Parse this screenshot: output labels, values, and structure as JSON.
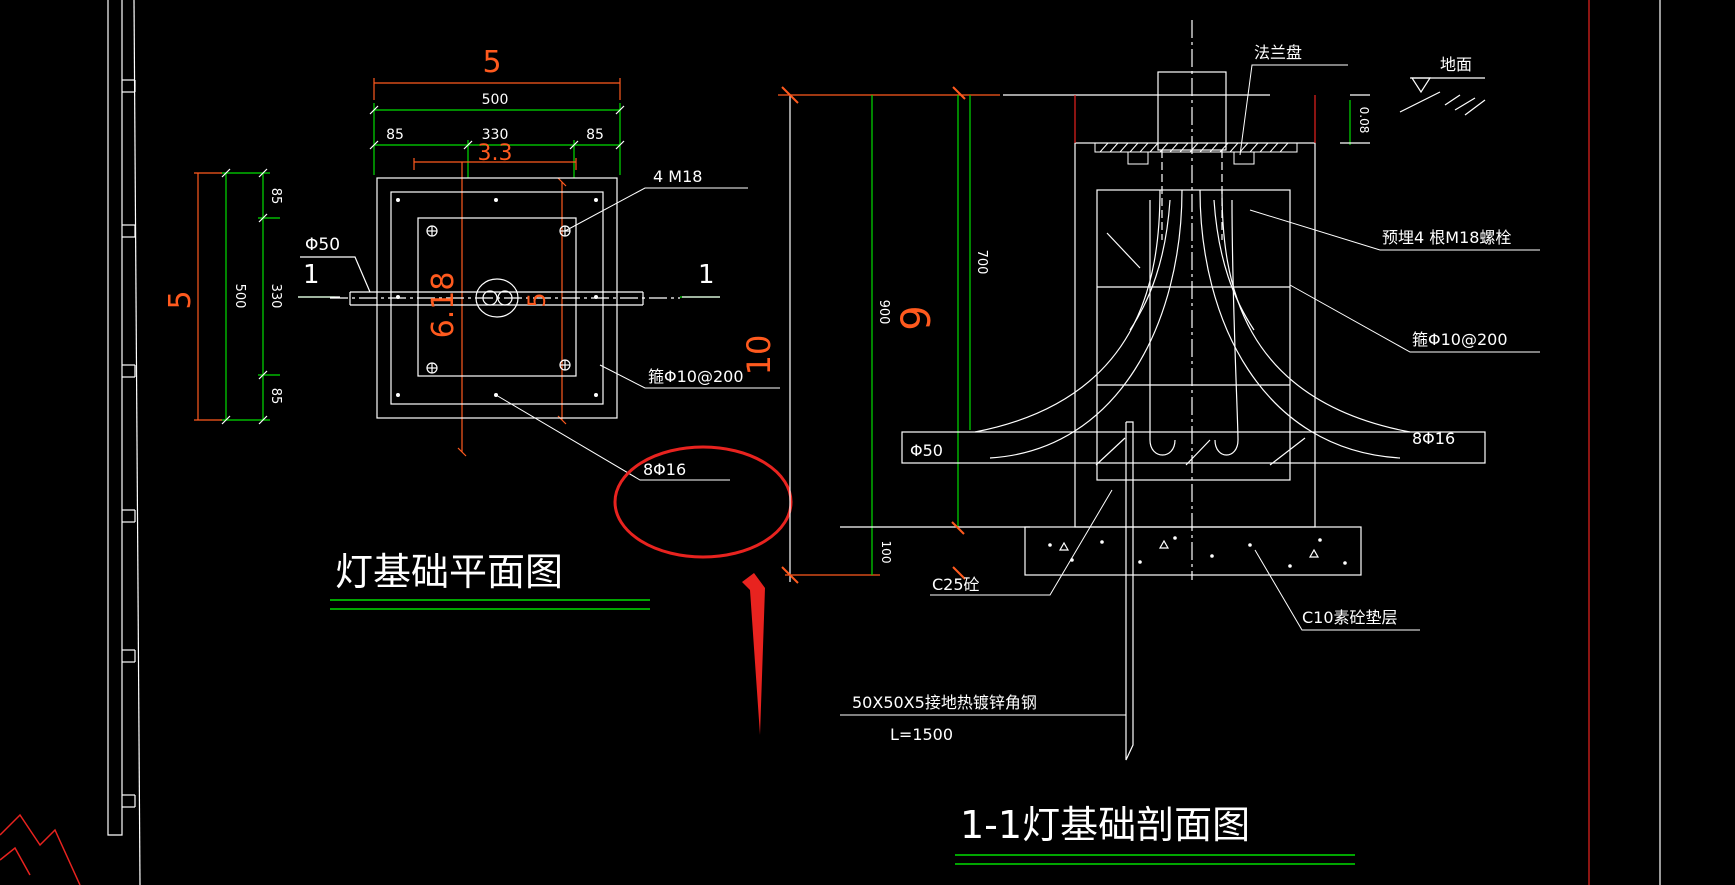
{
  "colors": {
    "background": "#000000",
    "line": "#ffffff",
    "dimension": "#00dd00",
    "dimension_text": "#ffffff",
    "marker": "#ff5a1e",
    "annotation": "#e8231f"
  },
  "plan": {
    "title": "灯基础平面图",
    "dim_top_total_large": "5",
    "dim_top_total": "500",
    "dim_top_left": "85",
    "dim_top_mid": "330",
    "dim_top_mid_large": "3.3",
    "dim_top_right": "85",
    "dim_left_large": "5",
    "dim_left_total": "500",
    "dim_left_top": "85",
    "dim_left_mid": "330",
    "dim_left_bottom": "85",
    "pipe_label": "Φ50",
    "section_mark_left": "1",
    "section_mark_right": "1",
    "bolt_label": "4 M18",
    "stirrup_label": "箍Φ10@200",
    "rebar_label": "8Φ16",
    "overlay_marks": [
      "6.18",
      "5",
      "10"
    ]
  },
  "section": {
    "title": "1-1灯基础剖面图",
    "dim_total": "900",
    "dim_total_large": "9",
    "dim_inner": "700",
    "dim_bottom": "100",
    "dim_top": "0.08",
    "flange_label": "法兰盘",
    "ground_label": "地面",
    "bolts_label": "预埋4 根M18螺栓",
    "stirrup_label": "箍Φ10@200",
    "rebar_label": "8Φ16",
    "pipe_label": "Φ50",
    "concrete_label": "C25砼",
    "cushion_label": "C10素砼垫层",
    "ground_steel_label": "50X50X5接地热镀锌角钢",
    "ground_steel_length": "L=1500"
  }
}
